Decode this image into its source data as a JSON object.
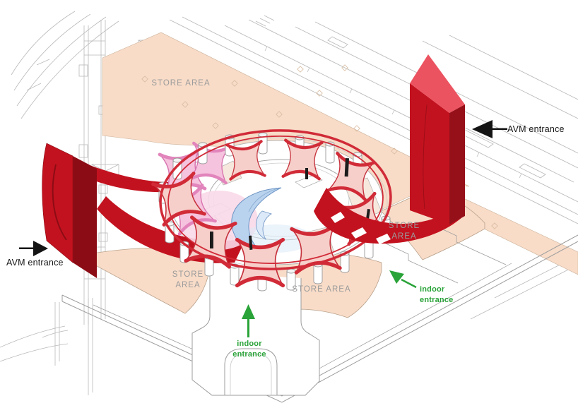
{
  "diagram": {
    "kind": "axonometric-mall-entrance-diagram",
    "store_areas": {
      "top": "STORE AREA",
      "right": [
        "STORE",
        "AREA"
      ],
      "bottom_left": [
        "STORE",
        "AREA"
      ],
      "bottom_center": "STORE AREA"
    },
    "entrances": {
      "avm_right": "AVM entrance",
      "avm_left": "AVM entrance",
      "indoor_bottom": [
        "indoor",
        "entrance"
      ],
      "indoor_right": [
        "indoor",
        "entrance"
      ]
    },
    "colors": {
      "floor_peach": "#f8dcc8",
      "structure_red": "#c3121f",
      "structure_red_light": "#ec5360",
      "structure_red_dark": "#8c0c15",
      "ring_red": "#d12b38",
      "canopy_pink": "#f6c3de",
      "ramp_blue": "#b9d3ee",
      "entrance_green": "#2aa339",
      "label_grey": "#9b9b9b",
      "linework_grey": "#b9b9b9",
      "annotation_black": "#141414"
    }
  }
}
